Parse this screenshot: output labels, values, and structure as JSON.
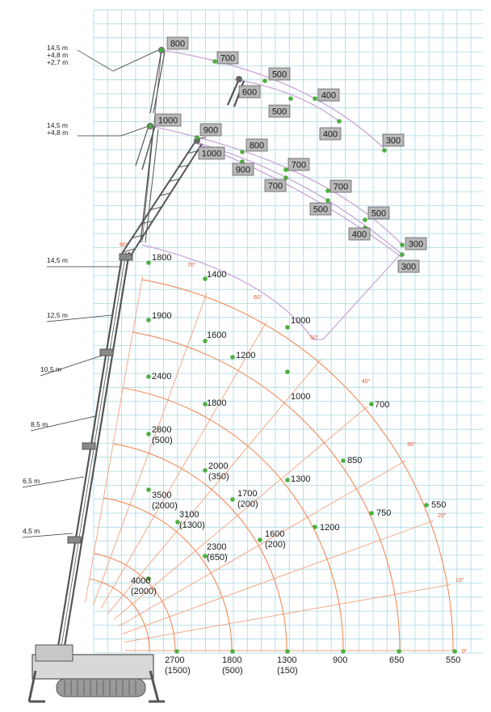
{
  "colors": {
    "grid": "#a9d9e3",
    "arc": "#f28b5a",
    "radial": "#f4a27f",
    "jib": "#c9a6d8",
    "point": "#4caf3d",
    "boxFill": "#b8b8b8",
    "boxStroke": "#555555",
    "crane": "#555555"
  },
  "boom_labels": [
    {
      "id": "b1",
      "lines": [
        "14,5 m",
        "+4,8 m",
        "+2,7 m"
      ]
    },
    {
      "id": "b2",
      "lines": [
        "14,5 m",
        "+4,8 m"
      ]
    },
    {
      "id": "b3",
      "lines": [
        "14,5 m"
      ]
    },
    {
      "id": "b4",
      "lines": [
        "12,5 m"
      ]
    },
    {
      "id": "b5",
      "lines": [
        "10,5 m"
      ]
    },
    {
      "id": "b6",
      "lines": [
        "8,5 m"
      ]
    },
    {
      "id": "b7",
      "lines": [
        "6,5 m"
      ]
    },
    {
      "id": "b8",
      "lines": [
        "4,5 m"
      ]
    }
  ],
  "angle_labels": [
    "80°",
    "70°",
    "60°",
    "50°",
    "40°",
    "30°",
    "20°",
    "10°",
    "0°"
  ],
  "load_labels": [
    [
      "1800"
    ],
    [
      "1400"
    ],
    [
      "1000"
    ],
    [
      "1900"
    ],
    [
      "1600"
    ],
    [
      "1200"
    ],
    [
      "1000"
    ],
    [
      "2400"
    ],
    [
      "1800"
    ],
    [
      "700"
    ],
    [
      "2800",
      "(500)"
    ],
    [
      "850"
    ],
    [
      "2000",
      "(350)"
    ],
    [
      "1300"
    ],
    [
      "3500",
      "(2000)"
    ],
    [
      "1700",
      "(200)"
    ],
    [
      "3100",
      "(1300)"
    ],
    [
      "550"
    ],
    [
      "750"
    ],
    [
      "1200"
    ],
    [
      "1600",
      "(200)"
    ],
    [
      "2300",
      "(650)"
    ],
    [
      "4000",
      "(2000)"
    ],
    [
      "2700",
      "(1500)"
    ],
    [
      "1800",
      "(500)"
    ],
    [
      "1300",
      "(150)"
    ],
    [
      "900"
    ],
    [
      "650"
    ],
    [
      "550"
    ]
  ],
  "jib_boxes": [
    "800",
    "700",
    "500",
    "600",
    "400",
    "500",
    "400",
    "300",
    "1000",
    "900",
    "1000",
    "800",
    "900",
    "700",
    "700",
    "700",
    "500",
    "500",
    "400",
    "300",
    "300"
  ]
}
